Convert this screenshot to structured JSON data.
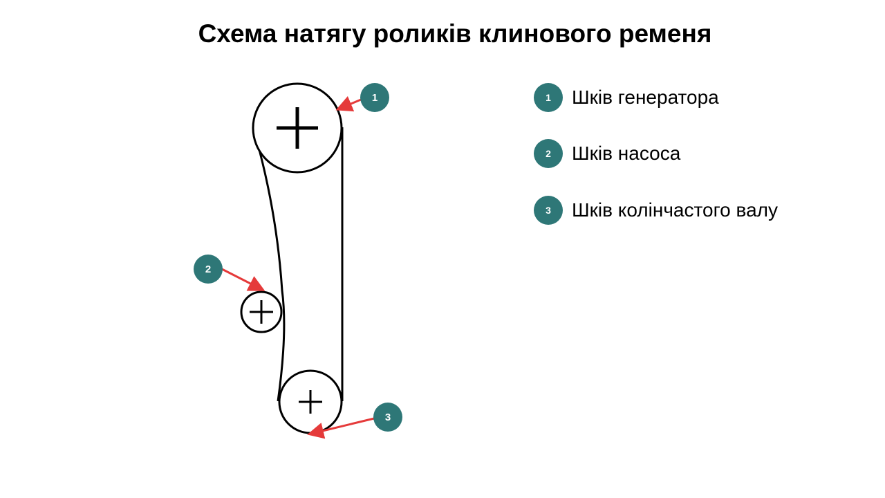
{
  "title": "Схема натягу роликів клинового ременя",
  "colors": {
    "badge": "#2e7777",
    "arrow": "#e53a3a",
    "line": "#000000"
  },
  "pulleys": [
    {
      "id": "1",
      "name": "Шків генератора"
    },
    {
      "id": "2",
      "name": "Шків насоса"
    },
    {
      "id": "3",
      "name": "Шків колінчастого валу"
    }
  ],
  "legend": [
    {
      "num": "1",
      "label": "Шків генератора"
    },
    {
      "num": "2",
      "label": "Шків насоса"
    },
    {
      "num": "3",
      "label": "Шків колінчастого валу"
    }
  ]
}
